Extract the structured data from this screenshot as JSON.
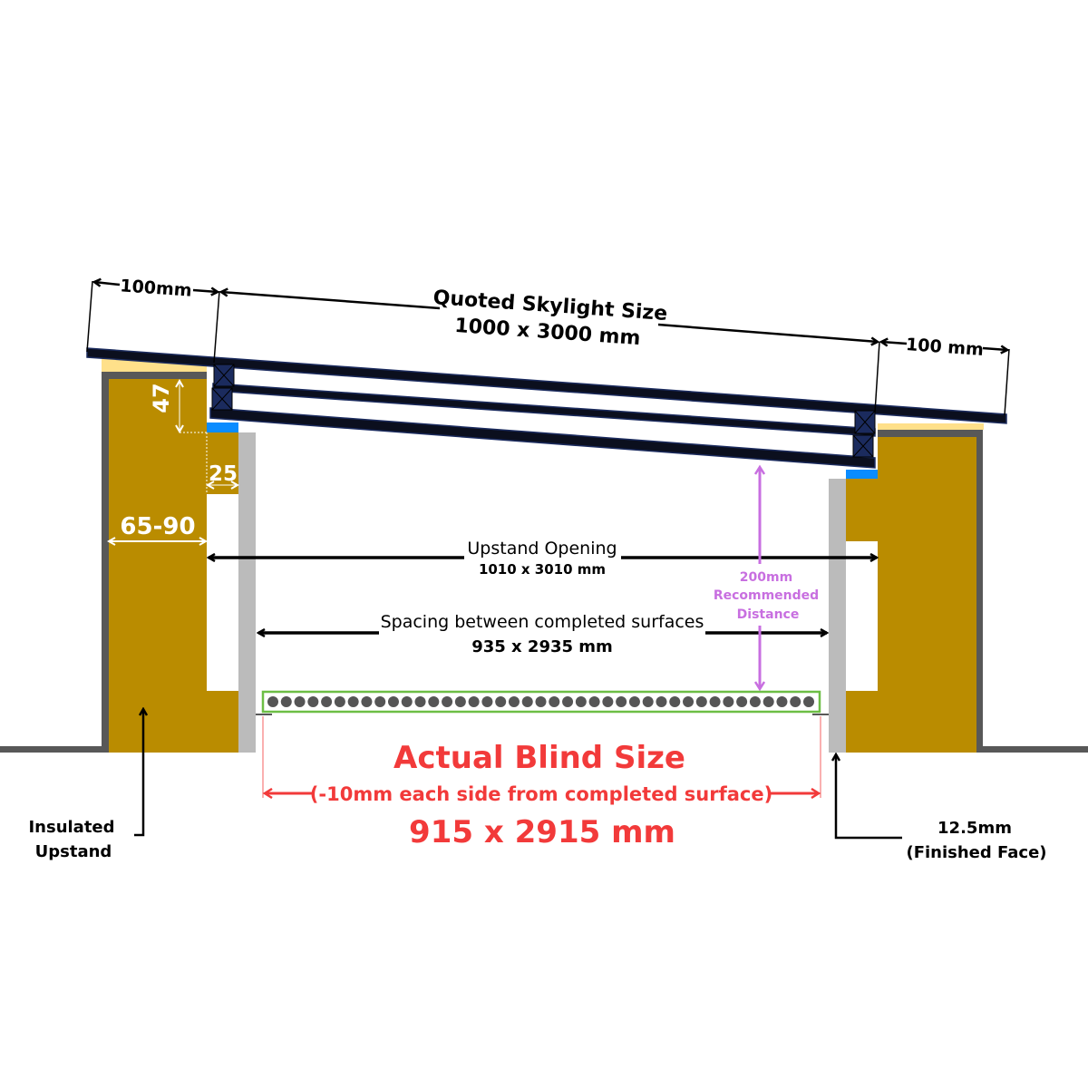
{
  "colors": {
    "insulation": "#BA8C00",
    "border": "#585858",
    "finished_face": "#BBBBBB",
    "seal": "#0A8CFF",
    "frame": "#1B2B5E",
    "packer": "#FFE08A",
    "red": "#F23A3A",
    "purple": "#C86FE0",
    "blind_outline": "#6DBE45"
  },
  "skylight": {
    "title": "Quoted Skylight Size",
    "size": "1000 x 3000 mm",
    "left_overhang": "100mm",
    "right_overhang": "100 mm"
  },
  "dims": {
    "height_47": "47",
    "width_25": "25",
    "wall_65_90": "65-90"
  },
  "upstand_opening": {
    "label": "Upstand Opening",
    "size": "1010 x 3010 mm"
  },
  "spacing": {
    "label": "Spacing between completed surfaces",
    "size": "935 x 2935 mm"
  },
  "recommended": {
    "line1": "200mm",
    "line2": "Recommended",
    "line3": "Distance"
  },
  "blind": {
    "title": "Actual Blind Size",
    "note": "(-10mm each side from completed surface)",
    "size": "915 x 2915 mm",
    "slat_count": 41
  },
  "labels": {
    "insulated_1": "Insulated",
    "insulated_2": "Upstand",
    "finished_1": "12.5mm",
    "finished_2": "(Finished Face)"
  }
}
